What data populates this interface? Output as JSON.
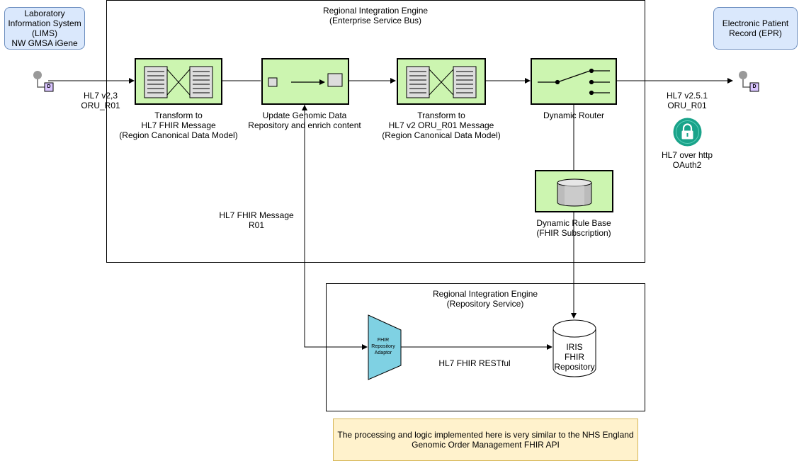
{
  "lims": {
    "label": "Laboratory\nInformation System\n(LIMS)\nNW GMSA iGene"
  },
  "epr": {
    "label": "Electronic Patient\nRecord (EPR)"
  },
  "esb": {
    "title": "Regional Integration Engine\n(Enterprise Service Bus)"
  },
  "repo_frame": {
    "title": "Regional Integration Engine\n(Repository Service)"
  },
  "steps": {
    "transform_fhir": "Transform to\nHL7 FHIR Message\n(Region Canonical Data Model)",
    "update_genomic": "Update Genomic Data\nRepository and enrich content",
    "transform_v2": "Transform to\nHL7 v2 ORU_R01 Message\n(Region Canonical Data Model)",
    "router": "Dynamic  Router",
    "rule_base": "Dynamic Rule Base\n(FHIR Subscription)"
  },
  "connectors": {
    "inbound": "HL7 v2,3\nORU_R01",
    "outbound": "HL7 v2.5.1\nORU_R01",
    "security": "HL7 over http\nOAuth2",
    "fhir_message": "HL7 FHIR Message\nR01",
    "restful": "HL7 FHIR RESTful",
    "port_label": "D"
  },
  "adaptor": {
    "label": "FHIR\nRepository\nAdaptor"
  },
  "repository": {
    "label": "IRIS\nFHIR\nRepository"
  },
  "note": {
    "text": "The processing and logic implemented here is very similar to the NHS England\nGenomic Order Management FHIR API"
  },
  "colors": {
    "process_fill": "#ccf5b0",
    "system_fill": "#dae8fc",
    "note_fill": "#fff2cc",
    "adaptor_fill": "#7fd1e3",
    "lock_fill": "#1aa38a"
  },
  "icons": {
    "endpoint": "endpoint-port-icon",
    "lock": "lock-icon",
    "translator": "message-translator-icon",
    "enricher": "content-enricher-icon",
    "router": "router-switch-icon",
    "database": "database-icon"
  }
}
